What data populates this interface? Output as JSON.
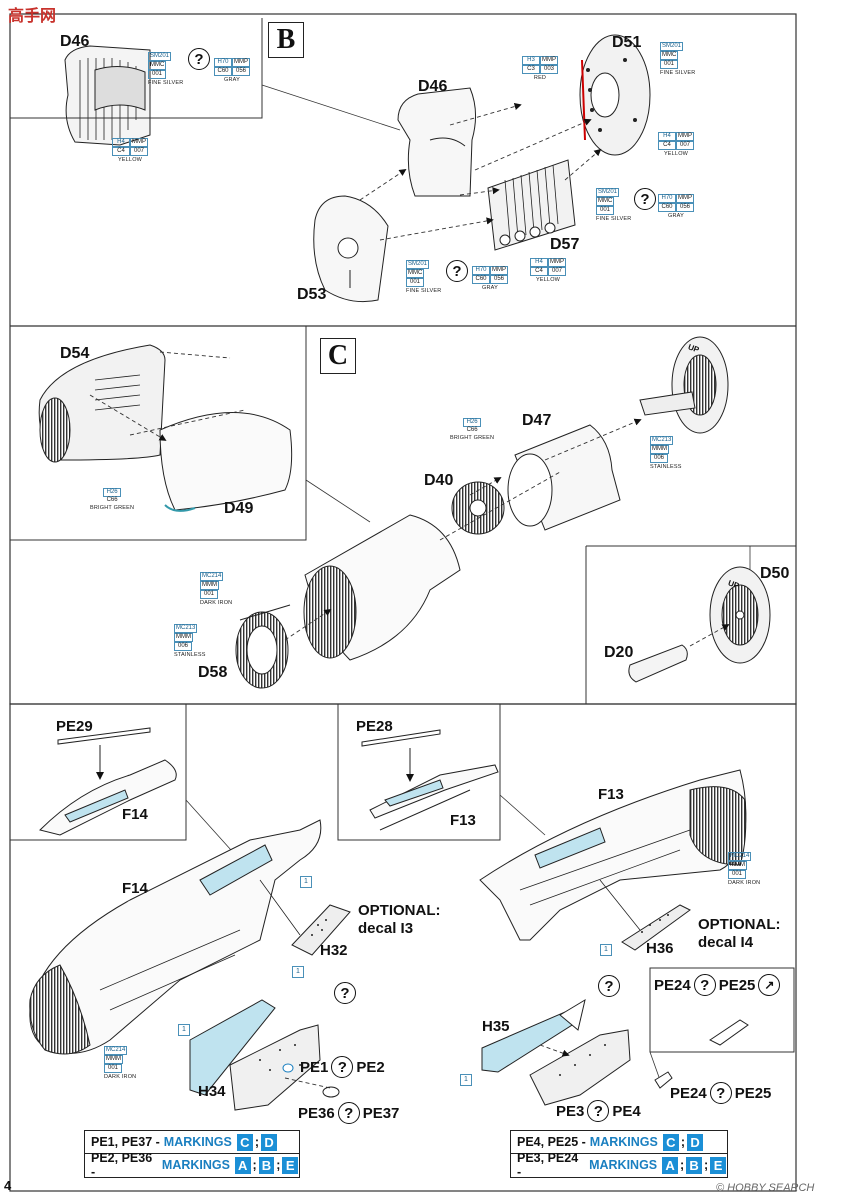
{
  "page_number": "4",
  "watermark_top": "高手网",
  "watermark_bottom": "© HOBBY SEARCH",
  "sections": {
    "B": {
      "badge": "B",
      "parts": [
        "D46",
        "D46",
        "D51",
        "D57",
        "D53"
      ]
    },
    "C": {
      "badge": "C",
      "parts": [
        "D54",
        "D49",
        "D47",
        "D40",
        "D50",
        "D20",
        "D58"
      ]
    }
  },
  "paints": {
    "fine_silver": {
      "codes": [
        "SM201",
        "MMC",
        "001"
      ],
      "name": "FINE SILVER"
    },
    "gray": {
      "codes": [
        "H70",
        "MMP",
        "C60",
        "056"
      ],
      "name": "GRAY"
    },
    "yellow": {
      "codes": [
        "H4",
        "MMP",
        "C4",
        "007"
      ],
      "name": "YELLOW"
    },
    "red": {
      "codes": [
        "H3",
        "MMP",
        "C3",
        "003"
      ],
      "name": "RED"
    },
    "bright_green": {
      "codes": [
        "H26",
        "C66"
      ],
      "name": "BRIGHT GREEN"
    },
    "stainless": {
      "codes": [
        "MC213",
        "MMM",
        "006"
      ],
      "name": "STAINLESS"
    },
    "dark_iron": {
      "codes": [
        "MC214",
        "MMM",
        "001"
      ],
      "name": "DARK IRON"
    }
  },
  "left_step": {
    "parts": [
      "PE29",
      "F14",
      "F14",
      "H32",
      "H34"
    ],
    "optional": "OPTIONAL:",
    "optional_decal": "decal I3",
    "pe_labels": {
      "pe1": "PE1",
      "pe2": "PE2",
      "pe36": "PE36",
      "pe37": "PE37"
    },
    "markings": [
      {
        "prefix": "PE1, PE37 -",
        "label": "MARKINGS",
        "letters": [
          "C",
          "D"
        ]
      },
      {
        "prefix": "PE2, PE36 -",
        "label": "MARKINGS",
        "letters": [
          "A",
          "B",
          "E"
        ]
      }
    ]
  },
  "middle_inset": {
    "parts": [
      "PE28",
      "F13"
    ]
  },
  "right_step": {
    "parts": [
      "F13",
      "H36",
      "H35"
    ],
    "optional": "OPTIONAL:",
    "optional_decal": "decal I4",
    "pe_labels": {
      "pe24": "PE24",
      "pe25": "PE25",
      "pe3": "PE3",
      "pe4": "PE4"
    },
    "markings": [
      {
        "prefix": "PE4, PE25 -",
        "label": "MARKINGS",
        "letters": [
          "C",
          "D"
        ]
      },
      {
        "prefix": "PE3, PE24 -",
        "label": "MARKINGS",
        "letters": [
          "A",
          "B",
          "E"
        ]
      }
    ]
  },
  "step_ref": "1",
  "question_mark": "?",
  "up_mark": "UP"
}
